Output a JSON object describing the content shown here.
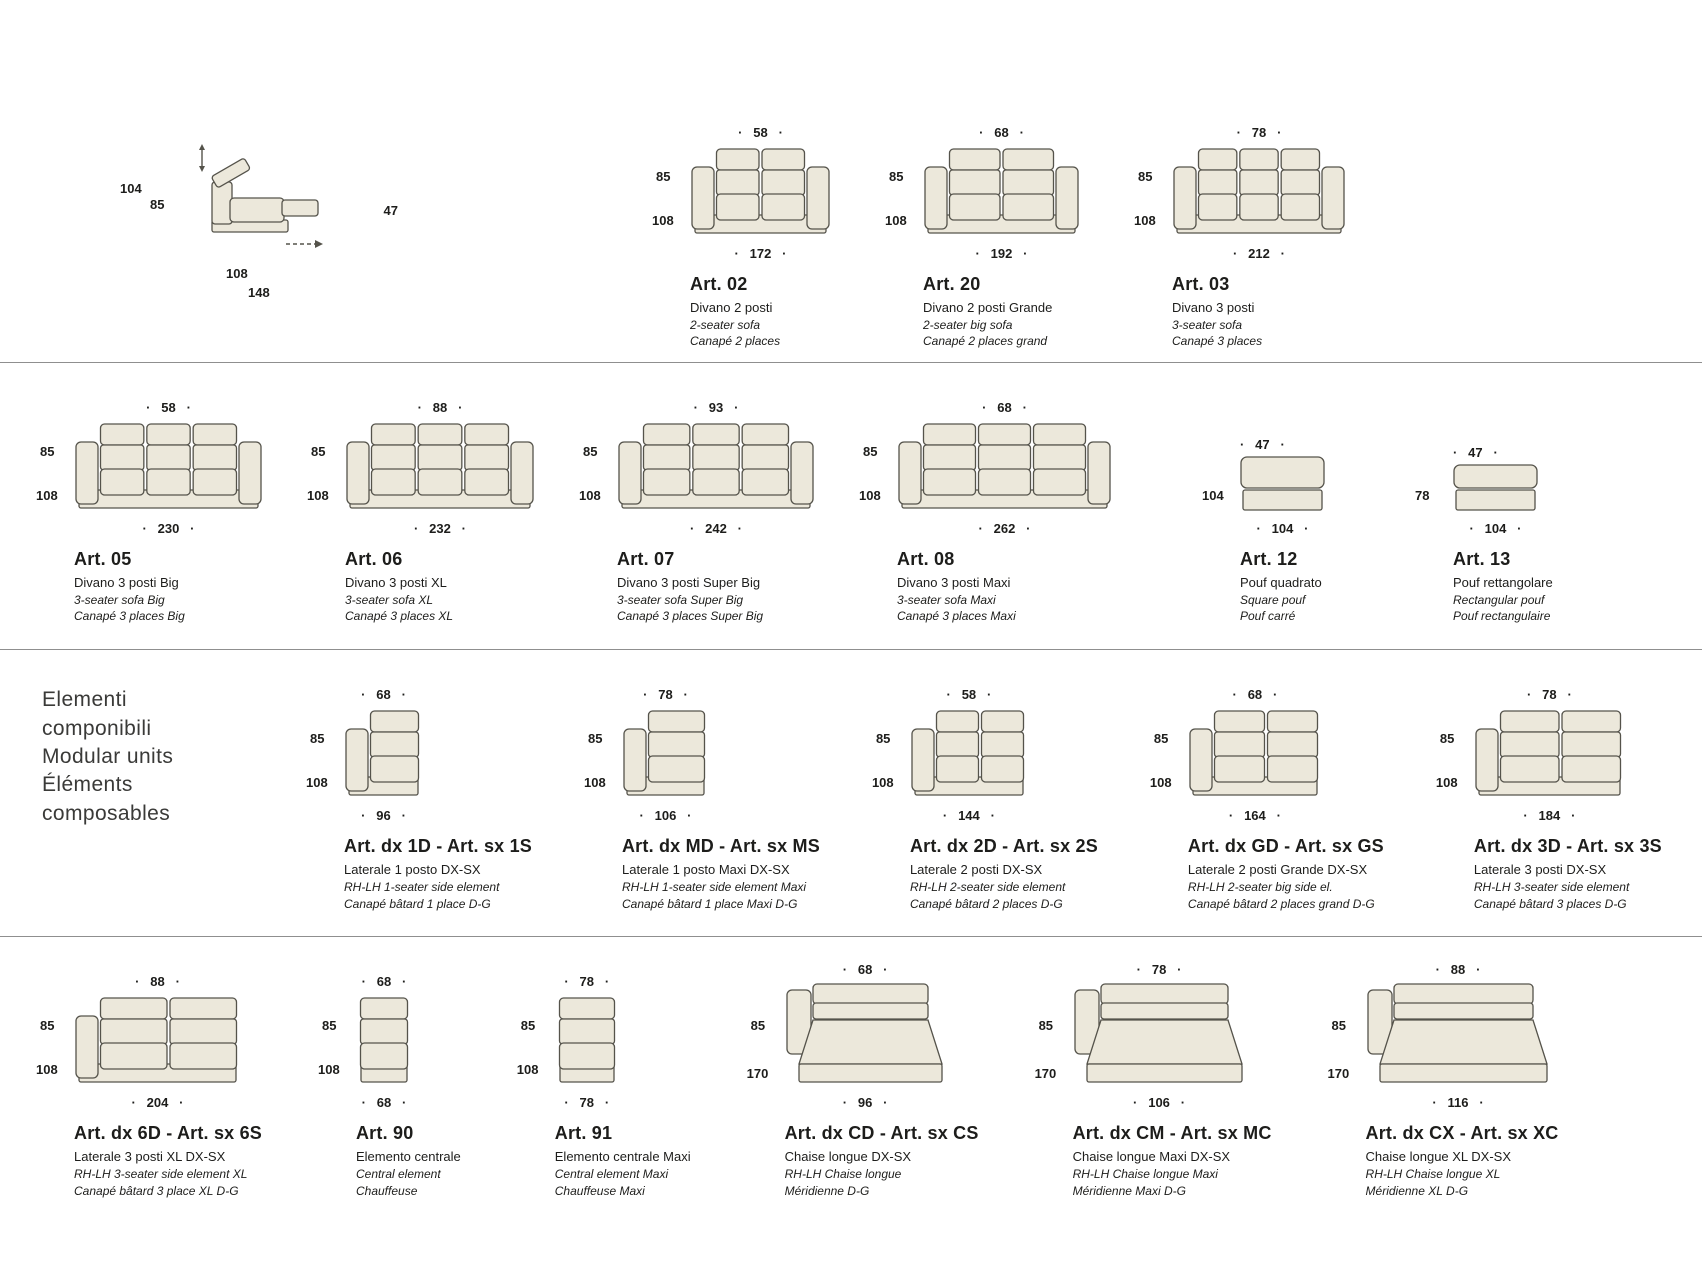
{
  "colors": {
    "drawing_fill": "#ece8db",
    "drawing_stroke": "#55534b",
    "rule_line": "#8f8f8f",
    "text": "#1d1d1b"
  },
  "legend": {
    "height": "104",
    "seat_height": "85",
    "extension": "47",
    "depth": "108",
    "depth_extended": "148"
  },
  "modular_label": [
    "Elementi",
    "componibili",
    "Modular units",
    "Éléments",
    "composables"
  ],
  "rows": {
    "row0": [
      {
        "art": "Art. 02",
        "name_it": "Divano 2 posti",
        "name_en": "2-seater sofa",
        "name_fr": "Canapé 2 places",
        "dim_top": "58",
        "dim_left_upper": "85",
        "dim_left_lower": "108",
        "dim_bottom": "172",
        "drawing": "sofa",
        "seats": 2
      },
      {
        "art": "Art. 20",
        "name_it": "Divano 2 posti Grande",
        "name_en": "2-seater big sofa",
        "name_fr": "Canapé 2 places grand",
        "dim_top": "68",
        "dim_left_upper": "85",
        "dim_left_lower": "108",
        "dim_bottom": "192",
        "drawing": "sofa",
        "seats": 2
      },
      {
        "art": "Art. 03",
        "name_it": "Divano 3 posti",
        "name_en": "3-seater sofa",
        "name_fr": "Canapé 3 places",
        "dim_top": "78",
        "dim_left_upper": "85",
        "dim_left_lower": "108",
        "dim_bottom": "212",
        "drawing": "sofa",
        "seats": 3
      }
    ],
    "row1": [
      {
        "art": "Art. 05",
        "name_it": "Divano 3 posti Big",
        "name_en": "3-seater sofa Big",
        "name_fr": "Canapé 3 places Big",
        "dim_top": "58",
        "dim_left_upper": "85",
        "dim_left_lower": "108",
        "dim_bottom": "230",
        "drawing": "sofa",
        "seats": 3
      },
      {
        "art": "Art. 06",
        "name_it": "Divano 3 posti XL",
        "name_en": "3-seater sofa XL",
        "name_fr": "Canapé 3 places XL",
        "dim_top": "88",
        "dim_left_upper": "85",
        "dim_left_lower": "108",
        "dim_bottom": "232",
        "drawing": "sofa",
        "seats": 3
      },
      {
        "art": "Art. 07",
        "name_it": "Divano 3 posti Super Big",
        "name_en": "3-seater sofa Super Big",
        "name_fr": "Canapé 3 places Super Big",
        "dim_top": "93",
        "dim_left_upper": "85",
        "dim_left_lower": "108",
        "dim_bottom": "242",
        "drawing": "sofa",
        "seats": 3
      },
      {
        "art": "Art. 08",
        "name_it": "Divano 3 posti Maxi",
        "name_en": "3-seater sofa Maxi",
        "name_fr": "Canapé 3 places Maxi",
        "dim_top": "68",
        "dim_left_upper": "85",
        "dim_left_lower": "108",
        "dim_bottom": "262",
        "drawing": "sofa",
        "seats": 3
      },
      {
        "art": "Art. 12",
        "name_it": "Pouf quadrato",
        "name_en": "Square pouf",
        "name_fr": "Pouf carré",
        "dim_top": "47",
        "dim_left_lower": "104",
        "dim_bottom": "104",
        "drawing": "pouf"
      },
      {
        "art": "Art. 13",
        "name_it": "Pouf rettangolare",
        "name_en": "Rectangular pouf",
        "name_fr": "Pouf rectangulaire",
        "dim_top": "47",
        "dim_left_lower": "78",
        "dim_bottom": "104",
        "drawing": "pouf"
      }
    ],
    "row2": [
      {
        "art": "Art. dx 1D - Art. sx 1S",
        "name_it": "Laterale 1 posto DX-SX",
        "name_en": "RH-LH 1-seater side element",
        "name_fr": "Canapé bâtard 1 place D-G",
        "dim_top": "68",
        "dim_left_upper": "85",
        "dim_left_lower": "108",
        "dim_bottom": "96",
        "drawing": "side",
        "seats": 1
      },
      {
        "art": "Art. dx MD - Art. sx MS",
        "name_it": "Laterale 1 posto Maxi DX-SX",
        "name_en": "RH-LH 1-seater side element Maxi",
        "name_fr": "Canapé bâtard 1 place Maxi D-G",
        "dim_top": "78",
        "dim_left_upper": "85",
        "dim_left_lower": "108",
        "dim_bottom": "106",
        "drawing": "side",
        "seats": 1
      },
      {
        "art": "Art. dx 2D - Art. sx 2S",
        "name_it": "Laterale 2 posti DX-SX",
        "name_en": "RH-LH 2-seater side element",
        "name_fr": "Canapé bâtard 2 places D-G",
        "dim_top": "58",
        "dim_left_upper": "85",
        "dim_left_lower": "108",
        "dim_bottom": "144",
        "drawing": "side",
        "seats": 2
      },
      {
        "art": "Art. dx GD - Art. sx GS",
        "name_it": "Laterale 2 posti Grande DX-SX",
        "name_en": "RH-LH 2-seater big side el.",
        "name_fr": "Canapé bâtard 2 places grand D-G",
        "dim_top": "68",
        "dim_left_upper": "85",
        "dim_left_lower": "108",
        "dim_bottom": "164",
        "drawing": "side",
        "seats": 2
      },
      {
        "art": "Art. dx 3D - Art. sx 3S",
        "name_it": "Laterale 3 posti DX-SX",
        "name_en": "RH-LH 3-seater side element",
        "name_fr": "Canapé bâtard 3 places D-G",
        "dim_top": "78",
        "dim_left_upper": "85",
        "dim_left_lower": "108",
        "dim_bottom": "184",
        "drawing": "side",
        "seats": 2
      }
    ],
    "row3": [
      {
        "art": "Art. dx 6D - Art. sx 6S",
        "name_it": "Laterale 3 posti XL DX-SX",
        "name_en": "RH-LH 3-seater side element XL",
        "name_fr": "Canapé bâtard 3 place XL D-G",
        "dim_top": "88",
        "dim_left_upper": "85",
        "dim_left_lower": "108",
        "dim_bottom": "204",
        "drawing": "side",
        "seats": 2
      },
      {
        "art": "Art. 90",
        "name_it": "Elemento centrale",
        "name_en": "Central element",
        "name_fr": "Chauffeuse",
        "dim_top": "68",
        "dim_left_upper": "85",
        "dim_left_lower": "108",
        "dim_bottom": "68",
        "drawing": "central",
        "seats": 1
      },
      {
        "art": "Art. 91",
        "name_it": "Elemento centrale Maxi",
        "name_en": "Central element Maxi",
        "name_fr": "Chauffeuse Maxi",
        "dim_top": "78",
        "dim_left_upper": "85",
        "dim_left_lower": "108",
        "dim_bottom": "78",
        "drawing": "central",
        "seats": 1
      },
      {
        "art": "Art. dx CD - Art. sx CS",
        "name_it": "Chaise longue DX-SX",
        "name_en": "RH-LH Chaise longue",
        "name_fr": "Méridienne D-G",
        "dim_top": "68",
        "dim_left_upper": "85",
        "dim_left_lower": "170",
        "dim_bottom": "96",
        "drawing": "chaise"
      },
      {
        "art": "Art. dx CM - Art. sx MC",
        "name_it": "Chaise longue Maxi DX-SX",
        "name_en": "RH-LH Chaise longue Maxi",
        "name_fr": "Méridienne Maxi D-G",
        "dim_top": "78",
        "dim_left_upper": "85",
        "dim_left_lower": "170",
        "dim_bottom": "106",
        "drawing": "chaise"
      },
      {
        "art": "Art. dx CX - Art. sx XC",
        "name_it": "Chaise longue XL DX-SX",
        "name_en": "RH-LH Chaise longue XL",
        "name_fr": "Méridienne XL D-G",
        "dim_top": "88",
        "dim_left_upper": "85",
        "dim_left_lower": "170",
        "dim_bottom": "116",
        "drawing": "chaise"
      }
    ]
  }
}
